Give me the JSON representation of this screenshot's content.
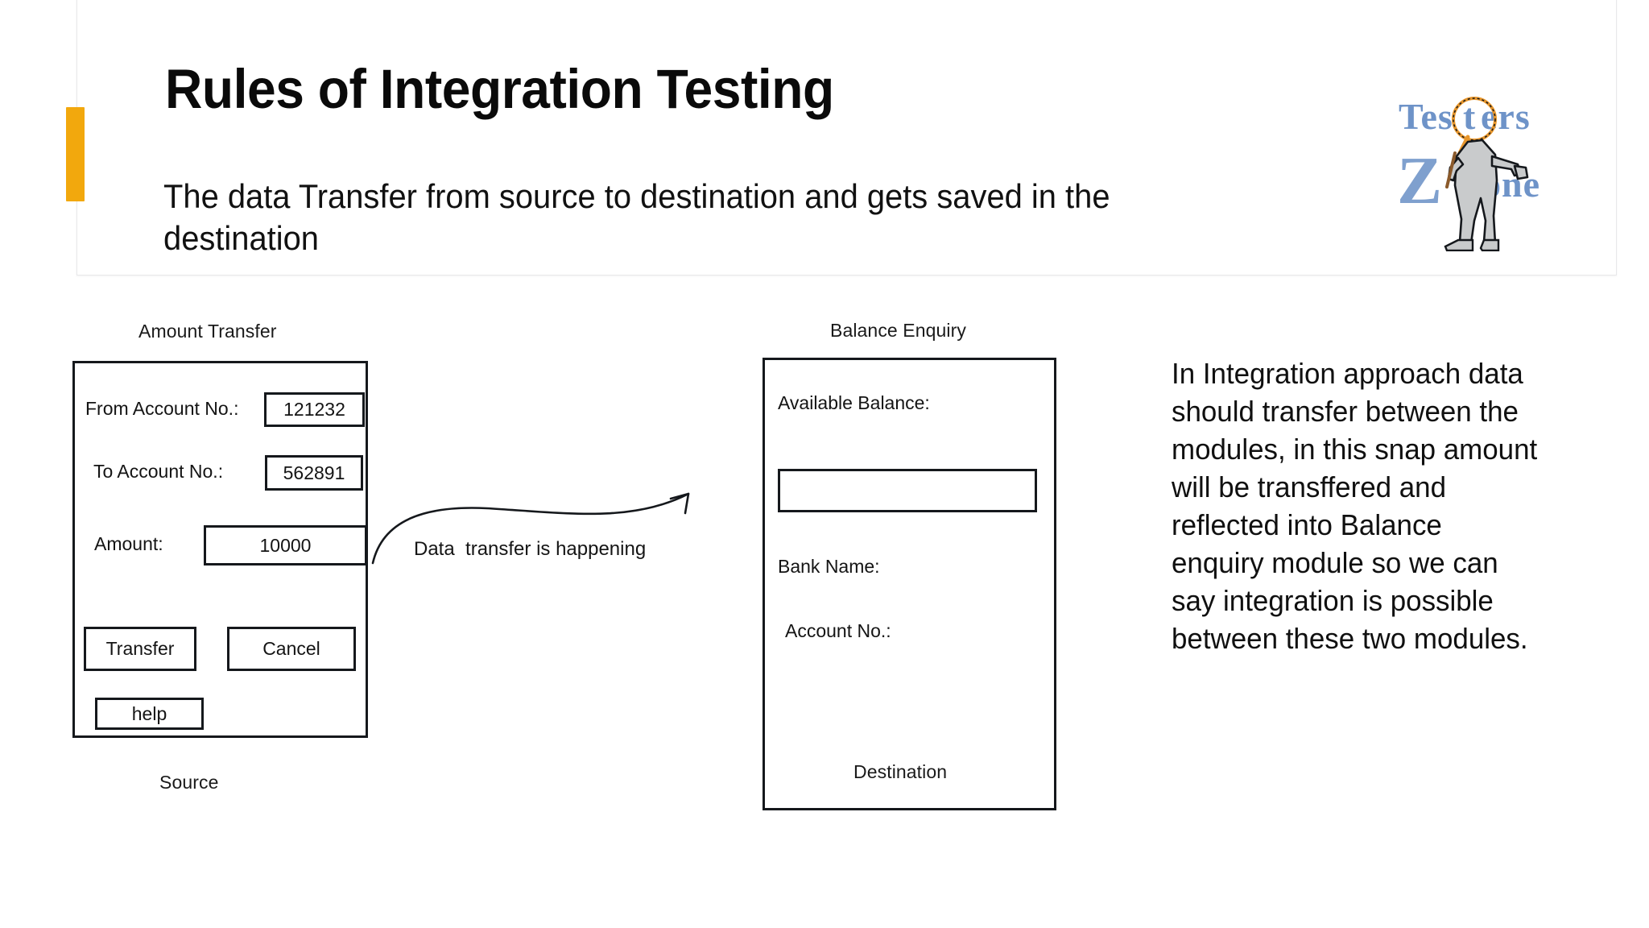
{
  "slide": {
    "title": "Rules of Integration Testing",
    "subtitle": "The data Transfer from source to destination and gets saved in the destination",
    "accent_color": "#F2A80D"
  },
  "logo": {
    "text_top": "Testers",
    "text_bottom": "one",
    "letter_z": "Z",
    "text_color": "#6E93C8",
    "figure_color": "#C9CBCC",
    "glass_color": "#E8962B",
    "name": "testers-zone-logo"
  },
  "diagram": {
    "source_panel": {
      "caption_top": "Amount Transfer",
      "caption_bottom": "Source",
      "fields": [
        {
          "label": "From Account No.:",
          "value": "121232"
        },
        {
          "label": "To Account No.:",
          "value": "562891"
        },
        {
          "label": "Amount:",
          "value": "10000"
        }
      ],
      "buttons": [
        {
          "label": "Transfer"
        },
        {
          "label": "Cancel"
        },
        {
          "label": "help"
        }
      ]
    },
    "destination_panel": {
      "caption_top": "Balance Enquiry",
      "caption_bottom": "Destination",
      "fields": [
        {
          "label": "Available Balance:",
          "value": ""
        },
        {
          "label": "Bank Name:",
          "value": ""
        },
        {
          "label": "Account No.:",
          "value": ""
        }
      ]
    },
    "arrow_caption": "Data  transfer is happening"
  },
  "note": {
    "text": "In Integration approach data should transfer between the modules, in this snap amount will be transffered and reflected into Balance enquiry module so we can say integration is possible between these two modules."
  }
}
